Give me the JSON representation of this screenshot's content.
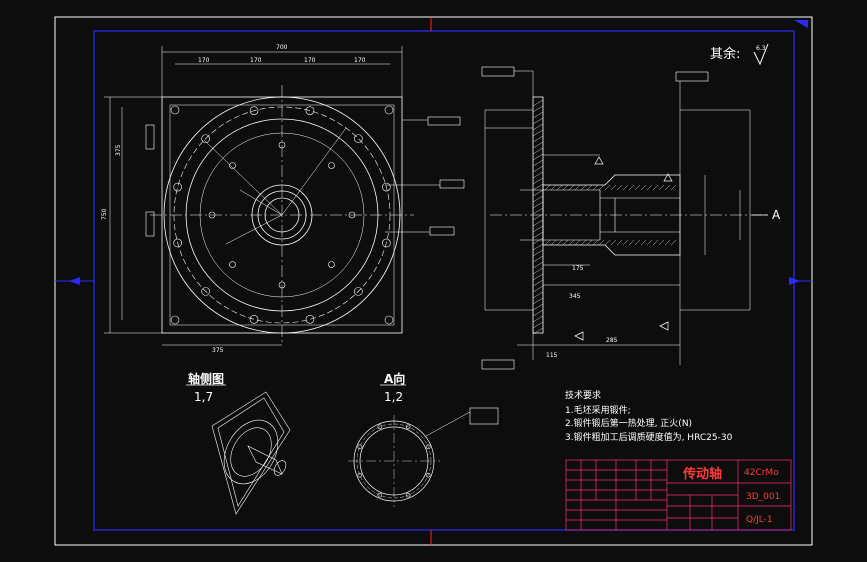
{
  "drawing": {
    "remark_label": "其余:",
    "roughness_symbol": "6.3",
    "section_marker_a": "A",
    "view_axial": {
      "title": "轴侧图",
      "scale": "1,7"
    },
    "view_a": {
      "title": "A向",
      "scale": "1,2"
    },
    "tech_requirements": {
      "heading": "技术要求",
      "items": [
        "1.毛坯采用锻件;",
        "2.锻件锻后第一热处理, 正火(N)",
        "3.锻件粗加工后调质硬度值为, HRC25-30"
      ]
    },
    "dims_top": [
      "170",
      "170",
      "170",
      "170"
    ],
    "dim_overall_top": "700",
    "dims_bottom": [
      "375"
    ],
    "dims_left": [
      "375",
      "750"
    ],
    "dims_side_bottom": [
      "345",
      "285",
      "115",
      "175"
    ]
  },
  "title_block": {
    "part_name": "传动轴",
    "material": "42CrMo",
    "drawing_no": "3D_001",
    "scale_code": "Q/JL-1"
  },
  "colors": {
    "background": "#0d0d0d",
    "frame": "#2b2bff",
    "lines": "#ffffff",
    "title_block_lines": "#ff2d6e",
    "title_text": "#ff3b3b",
    "marker_red": "#ff2020",
    "marker_blue": "#2b2bff"
  }
}
